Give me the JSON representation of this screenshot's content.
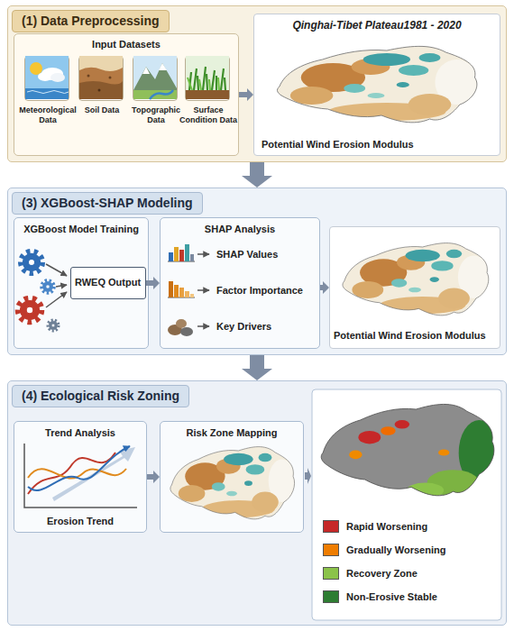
{
  "diagram": {
    "nodes": [
      {
        "text": [
          "(1) Data Preprocessing"
        ]
      },
      {
        "text": [
          "Input Datasets"
        ],
        "in": 0
      },
      {
        "text": [
          "Meteorological Data"
        ],
        "in": 1
      },
      {
        "text": [
          "Soil Data"
        ],
        "in": 1
      },
      {
        "text": [
          "Topographic Data"
        ],
        "in": 1
      },
      {
        "text": [
          "Surface Condition Data"
        ],
        "in": 1
      },
      {
        "text": [
          "Qinghai-Tibet Plateau1981 - 2020",
          "Potential Wind Erosion Modulus"
        ],
        "in": 0
      },
      {
        "text": [
          "(3) XGBoost-SHAP Modeling"
        ]
      },
      {
        "text": [
          "XGBoost Model Training"
        ],
        "in": 7
      },
      {
        "text": [
          "RWEQ Output"
        ],
        "in": 8
      },
      {
        "text": [
          "SHAP Analysis",
          "SHAP Values",
          "Factor Importance",
          "Key Drivers"
        ],
        "in": 7
      },
      {
        "text": [
          "Potential Wind Erosion Modulus"
        ],
        "in": 7
      },
      {
        "text": [
          "(4) Ecological Risk Zoning"
        ]
      },
      {
        "text": [
          "Trend Analysis",
          "Erosion Trend"
        ],
        "in": 12
      },
      {
        "text": [
          "Risk Zone Mapping"
        ],
        "in": 12
      }
    ],
    "edges": [
      {
        "from": 0,
        "to": 7,
        "arrow": "to"
      },
      {
        "from": 7,
        "to": 12,
        "arrow": "to"
      },
      {
        "from": 1,
        "to": 6,
        "arrow": "to"
      },
      {
        "from": 9,
        "to": 10,
        "arrow": "to"
      },
      {
        "from": 10,
        "to": 11,
        "arrow": "to"
      },
      {
        "from": 13,
        "to": 14,
        "arrow": "to"
      }
    ],
    "legend": [
      {
        "text": "Rapid Worsening",
        "color": "#c62828"
      },
      {
        "text": "Gradually Worsening",
        "color": "#ef7d00"
      },
      {
        "text": "Recovery Zone",
        "color": "#8bc34a"
      },
      {
        "text": "Non-Erosive Stable",
        "color": "#2e7d32"
      }
    ]
  }
}
